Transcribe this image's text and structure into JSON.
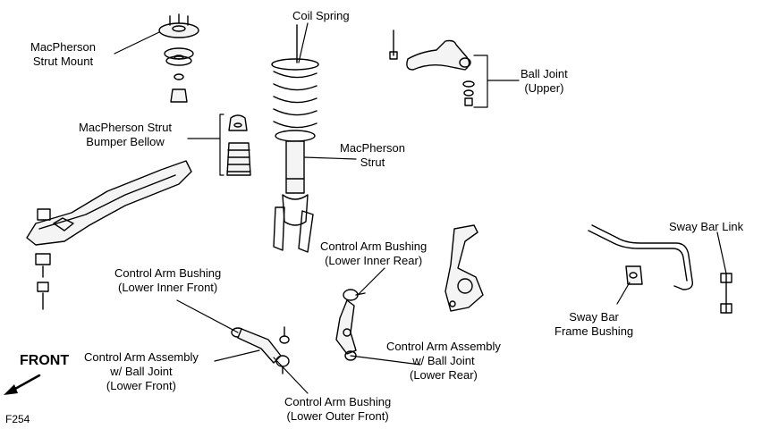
{
  "labels": {
    "strut_mount": [
      "MacPherson",
      "Strut Mount"
    ],
    "coil_spring": [
      "Coil Spring"
    ],
    "ball_joint_upper": [
      "Ball Joint",
      "(Upper)"
    ],
    "bumper_bellow": [
      "MacPherson Strut",
      "Bumper Bellow"
    ],
    "strut": [
      "MacPherson",
      "Strut"
    ],
    "sway_bar_link": [
      "Sway Bar Link"
    ],
    "cab_lower_inner_rear": [
      "Control Arm Bushing",
      "(Lower Inner Rear)"
    ],
    "cab_lower_inner_front": [
      "Control Arm Bushing",
      "(Lower Inner Front)"
    ],
    "sway_bar_frame_bushing": [
      "Sway Bar",
      "Frame Bushing"
    ],
    "caa_lower_rear": [
      "Control Arm Assembly",
      "w/ Ball Joint",
      "(Lower Rear)"
    ],
    "caa_lower_front": [
      "Control Arm Assembly",
      "w/ Ball Joint",
      "(Lower Front)"
    ],
    "cab_lower_outer_front": [
      "Control Arm Bushing",
      "(Lower Outer Front)"
    ]
  },
  "front": "FRONT",
  "figure_code": "F254"
}
